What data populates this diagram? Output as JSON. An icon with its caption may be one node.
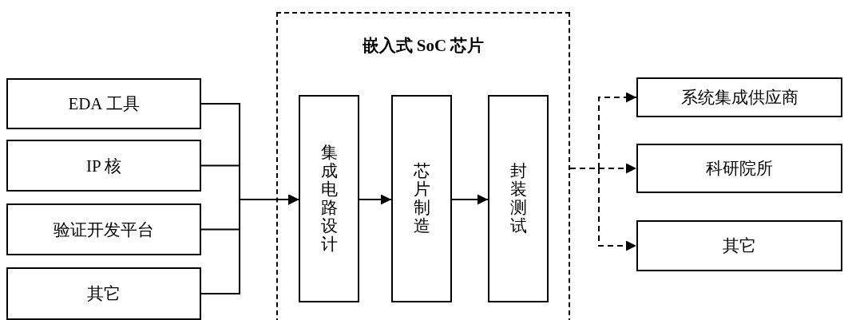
{
  "diagram": {
    "nodes": [
      {
        "text": [
          "EDA 工具"
        ]
      },
      {
        "text": [
          "IP 核"
        ]
      },
      {
        "text": [
          "验证开发平台"
        ]
      },
      {
        "text": [
          "其它"
        ]
      },
      {
        "text": [
          "嵌入式 SoC 芯片"
        ]
      },
      {
        "text": [
          "集成电路设计"
        ],
        "in": 4
      },
      {
        "text": [
          "芯片制造"
        ],
        "in": 4
      },
      {
        "text": [
          "封装测试"
        ],
        "in": 4
      },
      {
        "text": [
          "系统集成供应商"
        ]
      },
      {
        "text": [
          "科研院所"
        ]
      },
      {
        "text": [
          "其它"
        ]
      }
    ],
    "edges": [
      {
        "from": 0,
        "to": 5,
        "arrow": "to"
      },
      {
        "from": 1,
        "to": 5,
        "arrow": "to"
      },
      {
        "from": 2,
        "to": 5,
        "arrow": "to"
      },
      {
        "from": 3,
        "to": 5,
        "arrow": "to"
      },
      {
        "from": 5,
        "to": 6,
        "arrow": "to"
      },
      {
        "from": 6,
        "to": 7,
        "arrow": "to"
      },
      {
        "from": 4,
        "to": 8,
        "arrow": "to",
        "style": "dashed"
      },
      {
        "from": 4,
        "to": 9,
        "arrow": "to",
        "style": "dashed"
      },
      {
        "from": 4,
        "to": 10,
        "arrow": "to",
        "style": "dashed"
      }
    ]
  }
}
